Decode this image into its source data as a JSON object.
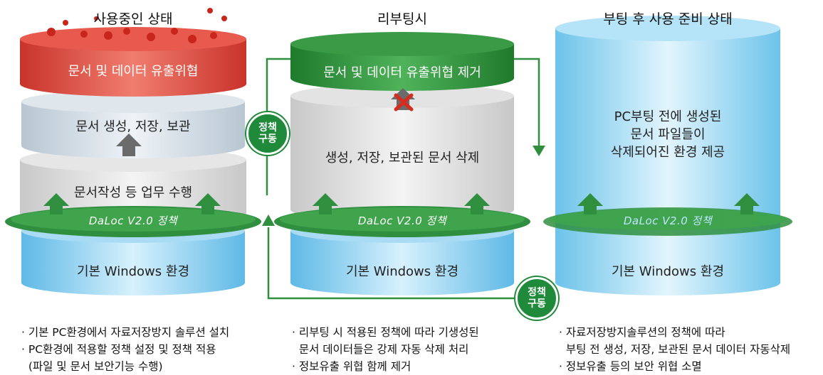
{
  "columns": [
    {
      "title": "사용중인 상태",
      "top_disk": "문서 및 데이터 유출위협",
      "middle_disk": "문서 생성, 저장, 보관",
      "lower_disk": "문서작성 등 업무 수행",
      "policy_ring": "DaLoc V2.0 정책",
      "base_disk": "기본 Windows 환경"
    },
    {
      "title": "리부팅시",
      "top_disk": "문서 및 데이터 유출위협 제거",
      "middle_disk": "생성, 저장, 보관된 문서 삭제",
      "policy_ring": "DaLoc V2.0 정책",
      "base_disk": "기본 Windows 환경"
    },
    {
      "title": "부팅 후 사용 준비 상태",
      "center_text_line1": "PC부팅 전에 생성된",
      "center_text_line2": "문서 파일들이",
      "center_text_line3": "삭제되어진 환경 제공",
      "policy_ring": "DaLoc V2.0 정책",
      "base_disk": "기본 Windows 환경"
    }
  ],
  "badges": {
    "badge1_line1": "정책",
    "badge1_line2": "구동",
    "badge2_line1": "정책",
    "badge2_line2": "구동"
  },
  "bullets": {
    "col1": [
      "· 기본 PC환경에서 자료저장방지 솔루션 설치",
      "· PC환경에 적용할 정책 설정 및 정책 적용",
      "  (파일 및 문서 보안기능 수행)"
    ],
    "col2": [
      "· 리부팅 시 적용된 정책에 따라 기생성된",
      "  문서 데이터들은 강제 자동 삭제 처리",
      "· 정보유출 위협 함께 제거"
    ],
    "col3": [
      "· 자료저장방지솔루션의 정책에 따라",
      "  부팅 전 생성, 저장, 보관된 문서 데이터 자동삭제",
      "· 정보유출 등의 보안 위협 소멸"
    ]
  },
  "colors": {
    "red": "#d9453a",
    "green": "#2f8f3f",
    "blue": "#8fd0f0",
    "grey": "#d8d8d8"
  }
}
